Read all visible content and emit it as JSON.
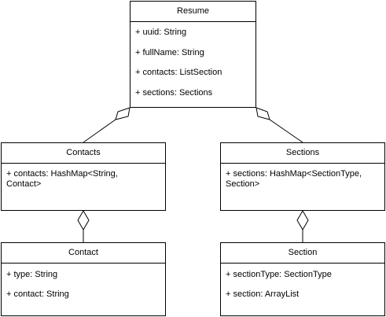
{
  "colors": {
    "line": "#000000",
    "fill": "#ffffff",
    "text": "#000000"
  },
  "classes": {
    "resume": {
      "name": "Resume",
      "attributes": [
        "+ uuid: String",
        "+ fullName: String",
        "+ contacts: ListSection",
        "+ sections: Sections"
      ]
    },
    "contacts": {
      "name": "Contacts",
      "attributes": [
        "+ contacts: HashMap<String,\nContact>"
      ]
    },
    "sections": {
      "name": "Sections",
      "attributes": [
        "+ sections: HashMap<SectionType,\nSection>"
      ]
    },
    "contact": {
      "name": "Contact",
      "attributes": [
        "+ type: String",
        "+ contact: String"
      ]
    },
    "section": {
      "name": "Section",
      "attributes": [
        "+ sectionType: SectionType",
        "+ section: ArrayList"
      ]
    }
  },
  "relations": [
    {
      "type": "aggregation",
      "whole": "Resume",
      "part": "Contacts"
    },
    {
      "type": "aggregation",
      "whole": "Resume",
      "part": "Sections"
    },
    {
      "type": "aggregation",
      "whole": "Contacts",
      "part": "Contact"
    },
    {
      "type": "aggregation",
      "whole": "Sections",
      "part": "Section"
    }
  ]
}
